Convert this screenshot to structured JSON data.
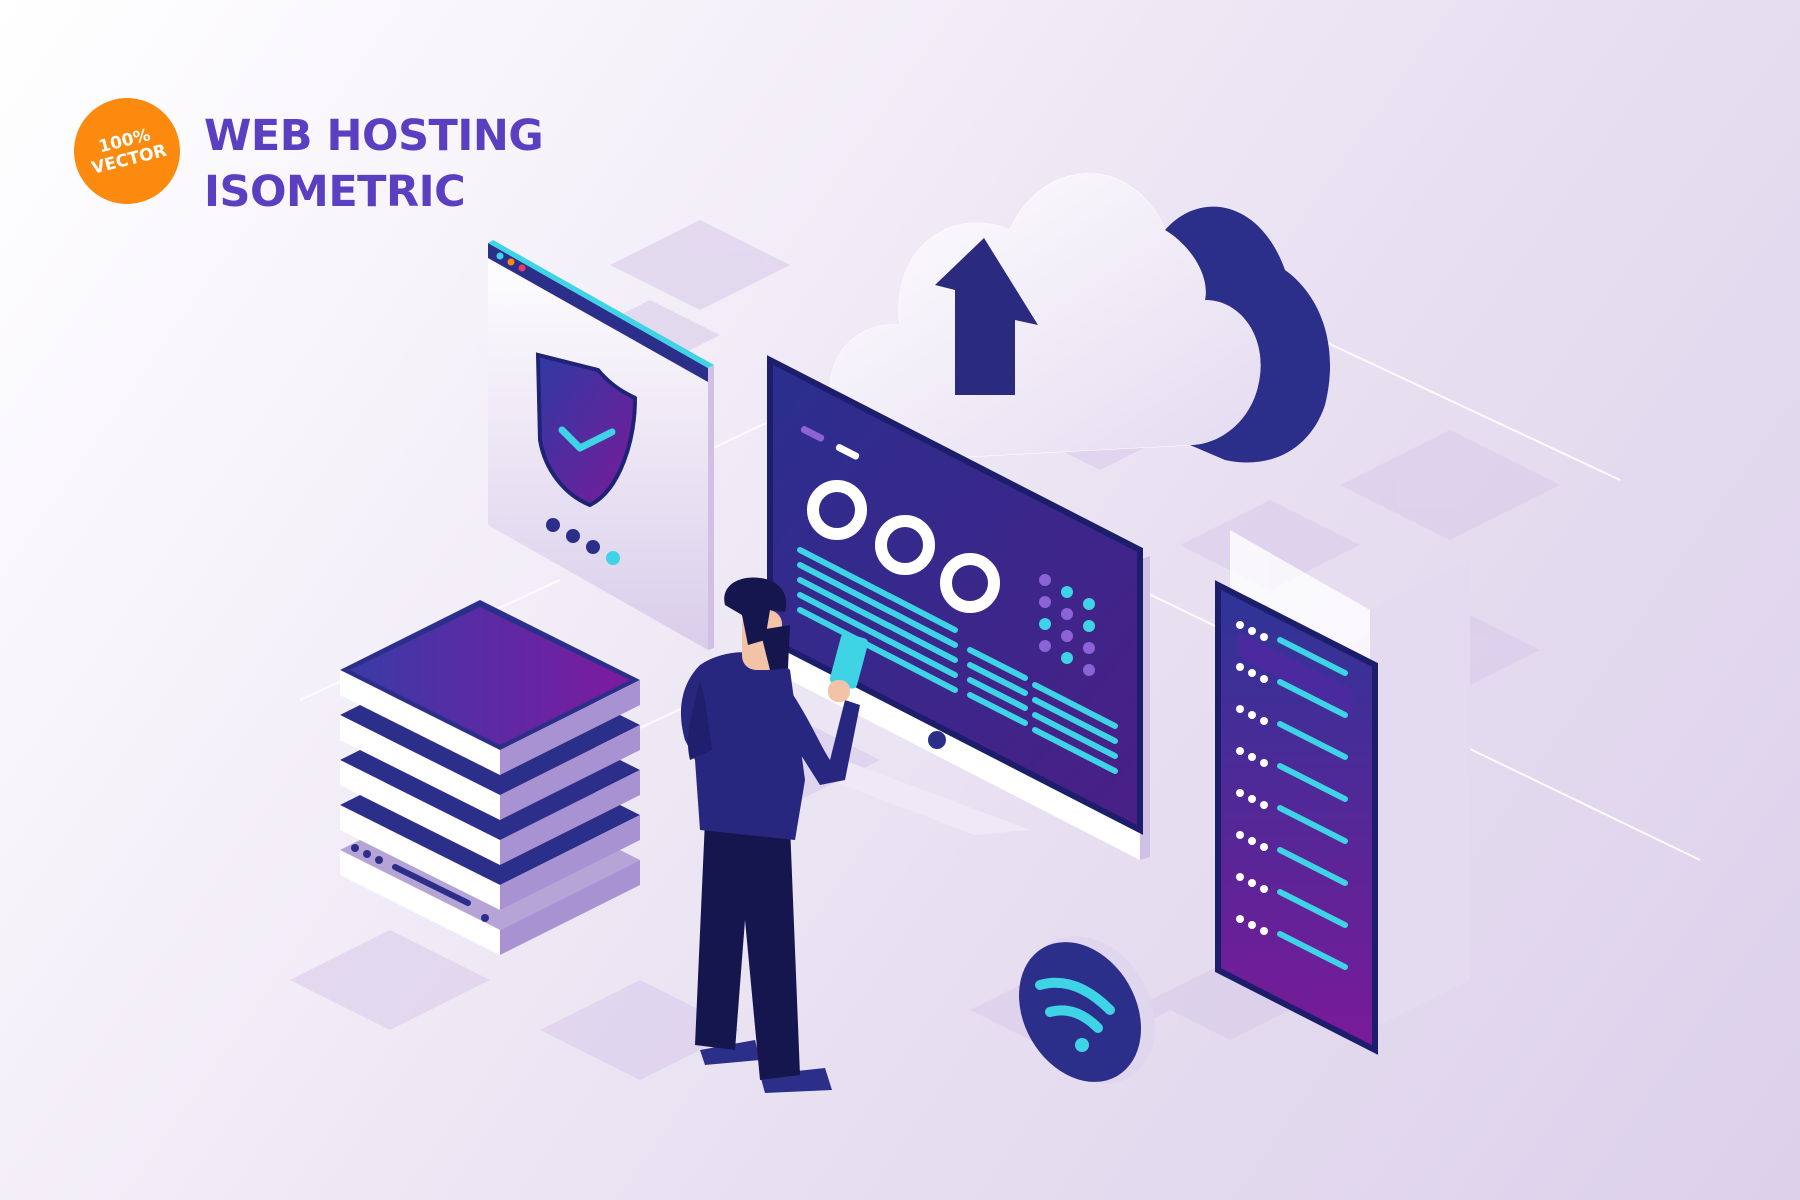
{
  "badge": {
    "line1": "100%",
    "line2": "VECTOR",
    "color": "#fb8a0f"
  },
  "heading": {
    "line1": "WEB HOSTING",
    "line2": "ISOMETRIC"
  },
  "palette": {
    "primary": "#5a3fc0",
    "navy": "#23237a",
    "purple": "#6a1b9a",
    "cyan": "#3fd3e6",
    "background": "#efe9f6"
  },
  "icons": [
    "cloud-upload-icon",
    "shield-check-icon",
    "wifi-icon",
    "server-stack-icon",
    "server-rack-icon",
    "monitor-dashboard-icon",
    "person-with-phone-icon"
  ]
}
